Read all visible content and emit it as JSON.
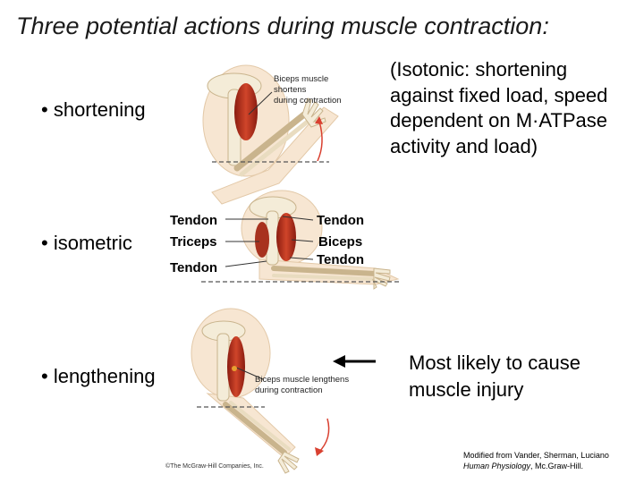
{
  "title": "Three potential actions during muscle contraction:",
  "bullets": [
    {
      "symbol": "•",
      "label": "shortening"
    },
    {
      "symbol": "•",
      "label": "isometric"
    },
    {
      "symbol": "•",
      "label": "lengthening"
    }
  ],
  "shortening_caption": [
    "Biceps muscle shortens",
    "during contraction"
  ],
  "isotonic_note": "(Isotonic: shortening against fixed load, speed dependent on M·ATPase activity and load)",
  "isometric_labels": {
    "left": [
      "Tendon",
      "Triceps",
      "Tendon"
    ],
    "right": [
      "Tendon",
      "Biceps",
      "Tendon"
    ]
  },
  "lengthening_caption": [
    "Biceps muscle lengthens",
    "during contraction"
  ],
  "lengthening_note": "Most likely to cause muscle injury",
  "credit": {
    "line1": "Modified from Vander, Sherman, Luciano",
    "book": "Human Physiology",
    "publisher": ", Mc.Graw-Hill."
  },
  "copyright": "©The McGraw-Hill Companies, Inc."
}
